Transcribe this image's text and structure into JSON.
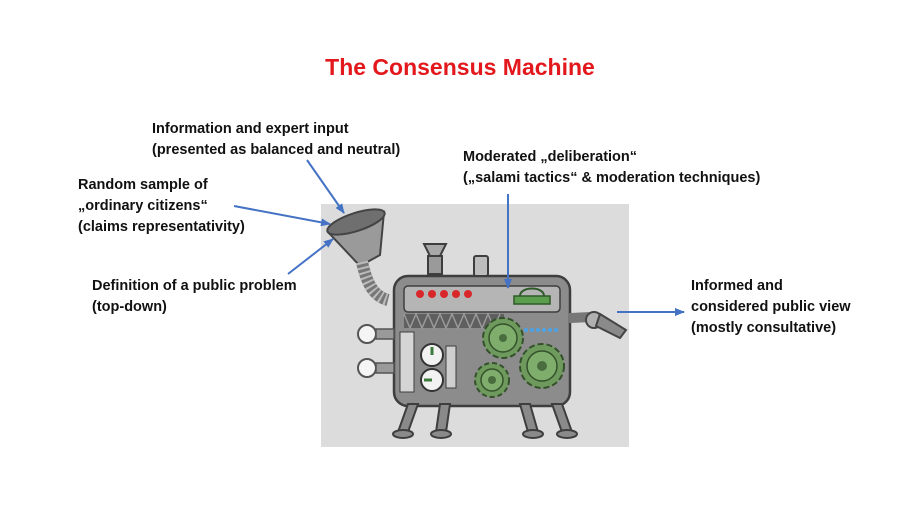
{
  "title": "The Consensus Machine",
  "labels": {
    "info": {
      "line1": "Information and expert input",
      "line2": "(presented as balanced and neutral)"
    },
    "sample": {
      "line1": "Random sample of",
      "line2": "„ordinary citizens“",
      "line3": "(claims representativity)"
    },
    "problem": {
      "line1": "Definition of a public problem",
      "line2": "(top-down)"
    },
    "deliberation": {
      "line1": "Moderated „deliberation“",
      "line2": "(„salami tactics“ & moderation techniques)"
    },
    "output": {
      "line1": "Informed and",
      "line2": "considered public view",
      "line3": "(mostly consultative)"
    }
  },
  "colors": {
    "title": "#e3181c",
    "arrow": "#4472c4",
    "panel": "#dcdcdc",
    "machine": "#8a8a8a",
    "gear": "#6f9a5e",
    "lights": "#d8262b"
  }
}
